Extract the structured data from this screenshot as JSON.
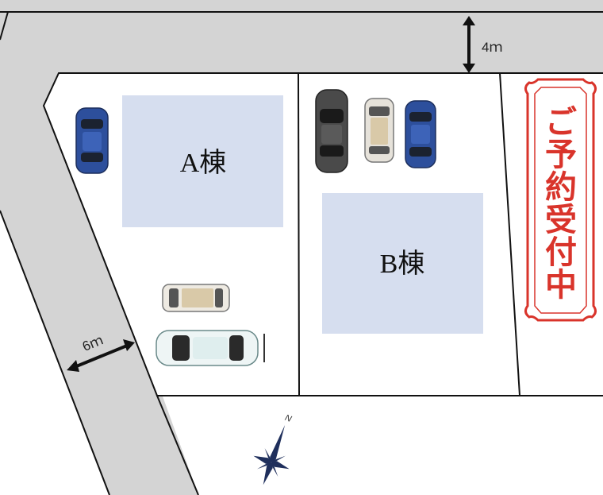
{
  "buildings": {
    "a": {
      "label": "A棟"
    },
    "b": {
      "label": "B棟"
    }
  },
  "roads": {
    "north_width": "4ｍ",
    "west_width": "6ｍ"
  },
  "stamp": {
    "chars": [
      "ご",
      "予",
      "約",
      "受",
      "付",
      "中"
    ]
  },
  "compass": {
    "north": "N"
  },
  "colors": {
    "road": "#d4d4d4",
    "building": "#d6deef",
    "stamp": "#d9342b",
    "line": "#111111"
  }
}
